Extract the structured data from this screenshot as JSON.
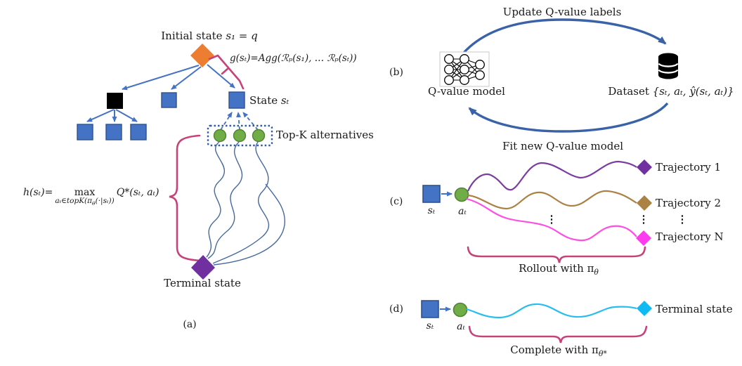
{
  "panel_a": {
    "tag": "(a)",
    "initial_state_prefix": "Initial state ",
    "initial_state_math": "s₁ = q",
    "g_formula": "g(sₜ)=Agg(ℛₚ(s₁), … ℛₚ(sₜ))",
    "state_prefix": "State ",
    "state_math": "sₜ",
    "topk_label": "Top-K alternatives",
    "h_lhs": "h(sₜ)=",
    "h_max": "max",
    "h_sub_pre": "aₜ∈topK(π",
    "h_sub_theta": "θ",
    "h_sub_post": "(·|sₜ))",
    "h_q_term": "Q*(sₜ, aₜ)",
    "terminal_label": "Terminal state"
  },
  "panel_b": {
    "tag": "(b)",
    "top_arrow_label": "Update Q-value labels",
    "bottom_arrow_label": "Fit new Q-value model",
    "model_label": "Q-value model",
    "dataset_prefix": "Dataset ",
    "dataset_math": "{sₜ, aₜ, ŷ(sₜ, aₜ)}"
  },
  "panel_c": {
    "tag": "(c)",
    "state_label": "sₜ",
    "action_label": "aₜ",
    "trajectories": [
      {
        "label": "Trajectory 1",
        "color": "#7030A0"
      },
      {
        "label": "Trajectory 2",
        "color": "#AC8244"
      },
      {
        "label": "Trajectory N",
        "color": "#FF3BF0"
      }
    ],
    "ellipsis": "⋮",
    "bracket_prefix": "Rollout with π",
    "bracket_sub": "θ"
  },
  "panel_d": {
    "tag": "(d)",
    "state_label": "sₜ",
    "action_label": "aₜ",
    "terminal_label": "Terminal state",
    "bracket_prefix": "Complete with π",
    "bracket_sub": "θ*"
  },
  "colors": {
    "node_blue": "#4472C4",
    "node_blue_border": "#2F528F",
    "node_green": "#70AD47",
    "node_green_border": "#538135",
    "root_orange": "#ED7D31",
    "terminal_purple": "#7030A0",
    "expanded_black": "#000000",
    "brace_pink": "#C64279",
    "cycle_arrow_blue": "#3A62A8",
    "squiggle_blue": "#47699E",
    "trajectory_magenta": "#FF3BF0",
    "trajectory_brown": "#AC8244",
    "completion_cyan": "#27BEEF",
    "terminal_cyan": "#0FB9F1"
  }
}
